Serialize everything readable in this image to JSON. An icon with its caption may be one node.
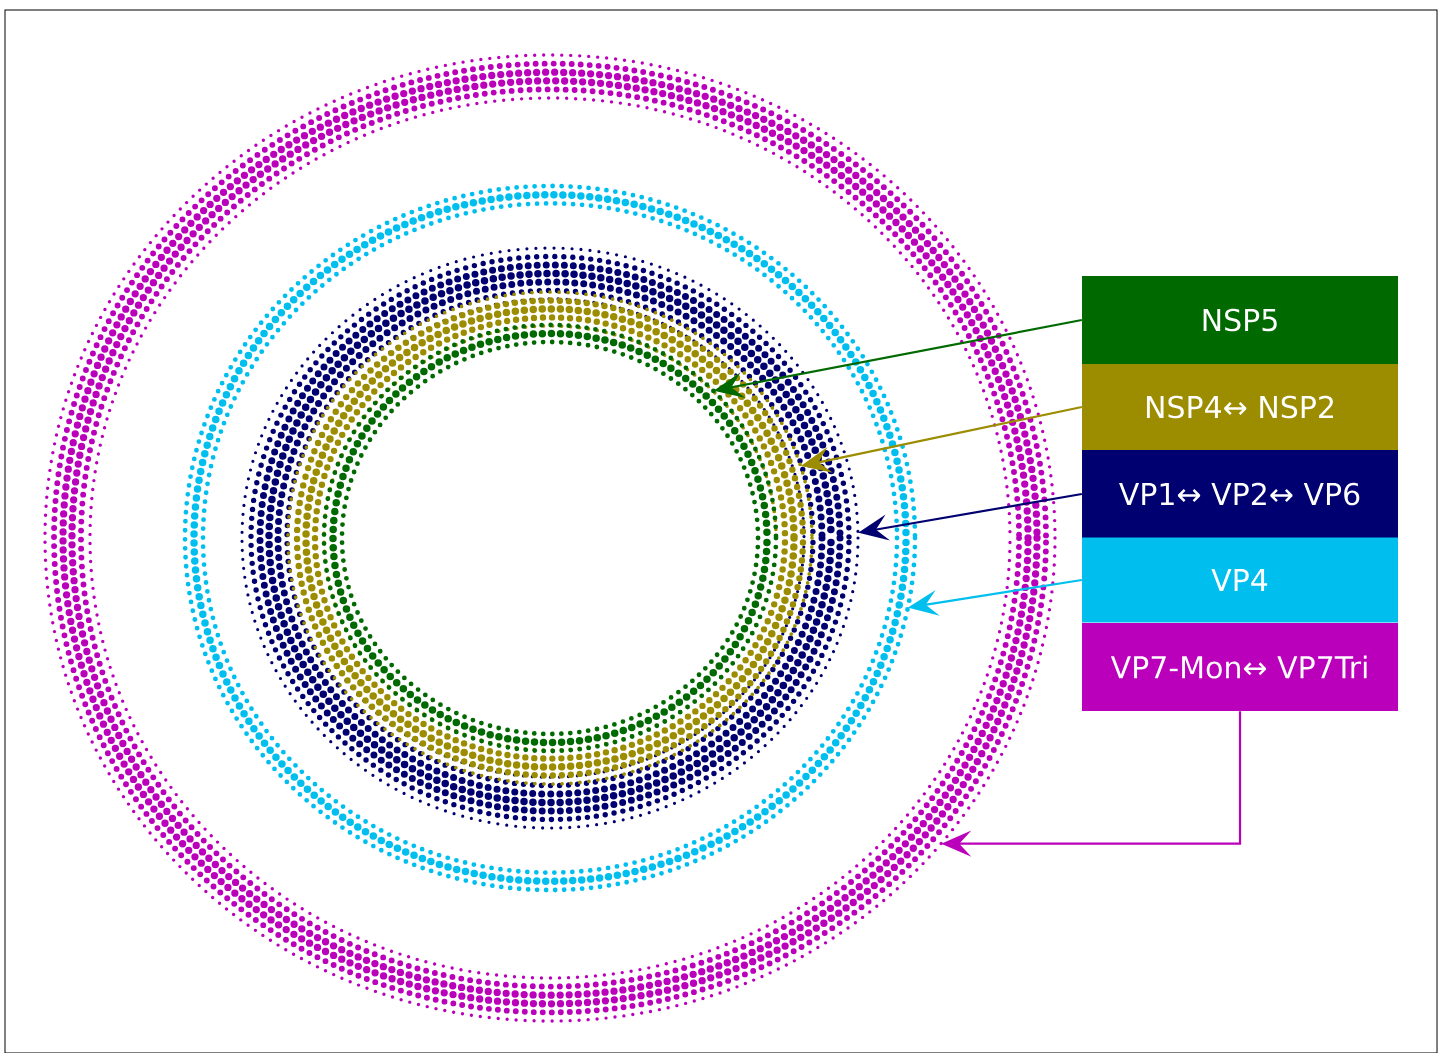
{
  "diagram": {
    "nodes": [
      {
        "text": [
          "NSP5"
        ]
      },
      {
        "text": [
          "NSP4↔ NSP2"
        ]
      },
      {
        "text": [
          "VP1↔ VP2↔ VP6"
        ]
      },
      {
        "text": [
          "VP4"
        ]
      },
      {
        "text": [
          "VP7-Mon↔ VP7Tri"
        ]
      },
      {
        "text": [],
        "shape": "ring"
      },
      {
        "text": [],
        "shape": "ring",
        "in": 5
      },
      {
        "text": [],
        "shape": "ring",
        "in": 6
      },
      {
        "text": [],
        "shape": "ring",
        "in": 7
      },
      {
        "text": [],
        "shape": "ring",
        "in": 8
      }
    ],
    "edges": [
      {
        "from": 0,
        "to": 9,
        "arrow": "to",
        "color": "#006a00"
      },
      {
        "from": 1,
        "to": 8,
        "arrow": "to",
        "color": "#9c8c00"
      },
      {
        "from": 2,
        "to": 7,
        "arrow": "to",
        "color": "#000070"
      },
      {
        "from": 3,
        "to": 6,
        "arrow": "to",
        "color": "#00bfef"
      },
      {
        "from": 4,
        "to": 5,
        "arrow": "to",
        "color": "#bb00bb"
      }
    ]
  }
}
